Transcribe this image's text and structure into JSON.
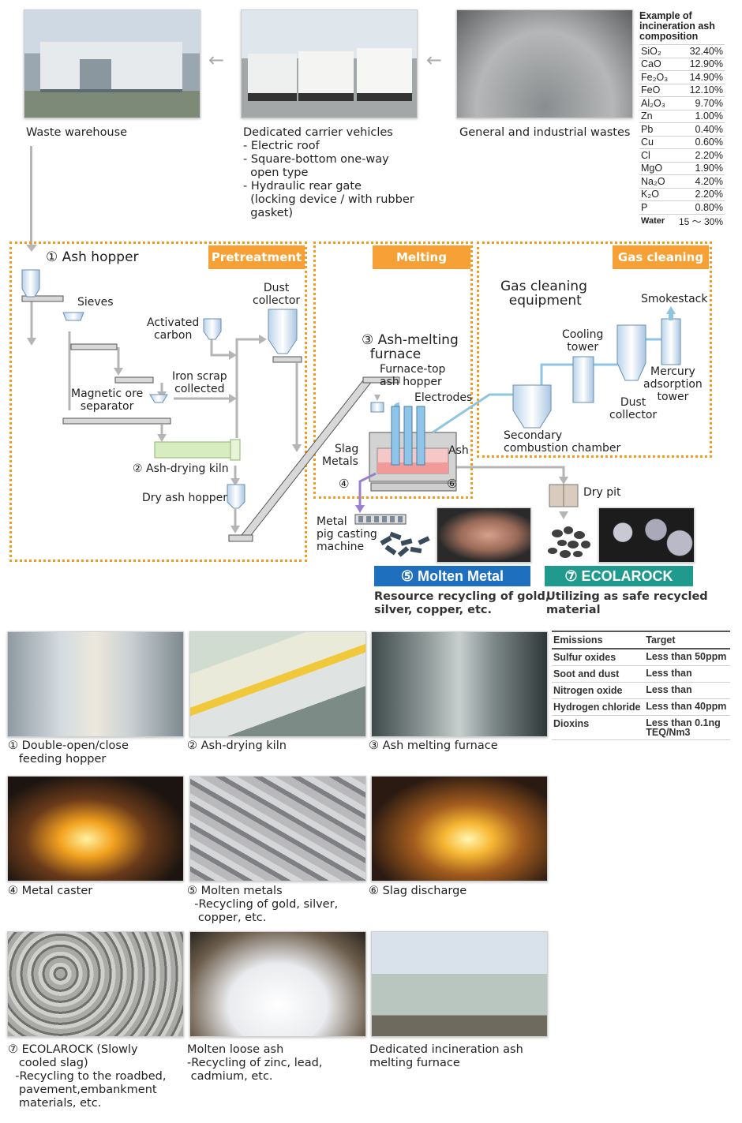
{
  "top": {
    "warehouse_caption": "Waste warehouse",
    "vehicles_caption": "Dedicated carrier vehicles\n- Electric roof\n- Square-bottom one-way\n  open type\n- Hydraulic rear gate\n  (locking device / with rubber\n  gasket)",
    "wastes_caption": "General and industrial wastes"
  },
  "composition": {
    "title": "Example of\nincineration ash\ncomposition",
    "rows": [
      [
        "SiO₂",
        "32.40%"
      ],
      [
        "CaO",
        "12.90%"
      ],
      [
        "Fe₂O₃",
        "14.90%"
      ],
      [
        "FeO",
        "12.10%"
      ],
      [
        "Al₂O₃",
        "9.70%"
      ],
      [
        "Zn",
        "1.00%"
      ],
      [
        "Pb",
        "0.40%"
      ],
      [
        "Cu",
        "0.60%"
      ],
      [
        "Cl",
        "2.20%"
      ],
      [
        "MgO",
        "1.90%"
      ],
      [
        "Na₂O",
        "4.20%"
      ],
      [
        "K₂O",
        "2.20%"
      ],
      [
        "P",
        "0.80%"
      ],
      [
        "Water",
        "15 ～ 30%"
      ]
    ]
  },
  "process": {
    "pretreatment": "Pretreatment",
    "melting": "Melting",
    "gas_cleaning": "Gas cleaning",
    "ash_hopper": "① Ash hopper",
    "sieves": "Sieves",
    "activated_carbon": "Activated\ncarbon",
    "dust_collector_1": "Dust\ncollector",
    "iron_scrap": "Iron scrap\ncollected",
    "magnetic_sep": "Magnetic ore\nseparator",
    "kiln": "② Ash-drying kiln",
    "dry_ash_hopper": "Dry ash hopper",
    "furnace": "③ Ash-melting\n  furnace",
    "furnace_top": "Furnace-top\nash hopper",
    "electrodes": "Electrodes",
    "slag": "Slag",
    "metals": "Metals",
    "ash": "Ash",
    "n4": "④",
    "n6": "⑥",
    "gas_eq": "Gas cleaning\n  equipment",
    "cooling_tower": "Cooling\ntower",
    "smokestack": "Smokestack",
    "mercury_tower": "Mercury\nadsorption\ntower",
    "dust_collector_2": "Dust\ncollector",
    "secondary": "Secondary\ncombustion chamber",
    "dry_pit": "Dry pit",
    "pig_casting": "Metal\npig casting\nmachine"
  },
  "products": {
    "molten_metal": "⑤ Molten Metal",
    "molten_metal_desc": "Resource recycling of gold,\nsilver, copper, etc.",
    "ecolarock": "⑦ ECOLAROCK",
    "ecolarock_desc": "Utilizing as safe recycled\nmaterial"
  },
  "emissions": {
    "head": [
      "Emissions",
      "Target"
    ],
    "rows": [
      [
        "Sulfur oxides",
        "Less than 50ppm"
      ],
      [
        "Soot and dust",
        "Less than"
      ],
      [
        "Nitrogen oxide",
        "Less than"
      ],
      [
        "Hydrogen chloride",
        "Less than 40ppm"
      ],
      [
        "Dioxins",
        "Less than 0.1ng\nTEQ/Nm3"
      ]
    ]
  },
  "photos": {
    "p1": "① Double-open/close\n   feeding hopper",
    "p2": "② Ash-drying kiln",
    "p3": "③ Ash melting furnace",
    "p4": "④ Metal caster",
    "p5": "⑤ Molten metals\n  -Recycling of gold, silver,\n   copper, etc.",
    "p6": "⑥ Slag discharge",
    "p7": "⑦ ECOLAROCK (Slowly\n   cooled slag)\n  -Recycling to the roadbed,\n   pavement,embankment\n   materials, etc.",
    "p8": "Molten loose ash\n-Recycling of zinc, lead,\n cadmium, etc.",
    "p9": "Dedicated incineration ash\nmelting furnace"
  },
  "colors": {
    "orange": "#f39b1e",
    "blue": "#1f6fbf",
    "teal": "#1f9a8c",
    "pipe": "#8ec5e0"
  }
}
